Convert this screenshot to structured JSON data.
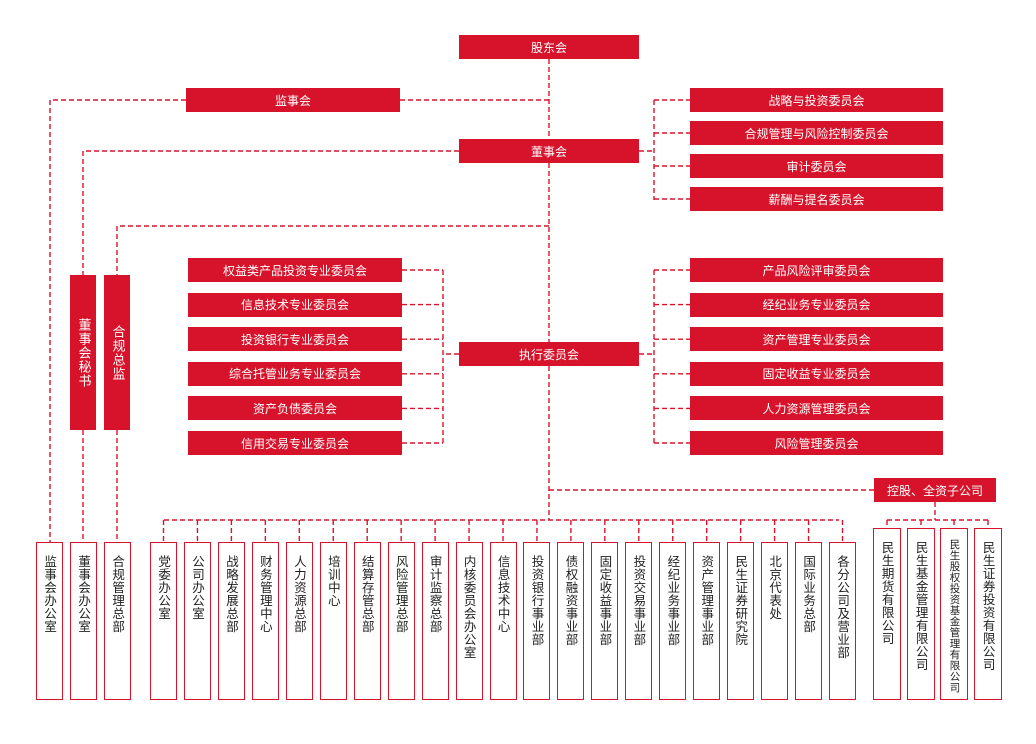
{
  "top": {
    "shareholders": "股东会",
    "supervisory_board": "监事会",
    "board": "董事会",
    "exec_committee": "执行委员会",
    "subsidiaries": "控股、全资子公司"
  },
  "side": {
    "board_secretary": "董事会秘书",
    "compliance_officer": "合规总监"
  },
  "board_committees": [
    "战略与投资委员会",
    "合规管理与风险控制委员会",
    "审计委员会",
    "薪酬与提名委员会"
  ],
  "exec_left_committees": [
    "权益类产品投资专业委员会",
    "信息技术专业委员会",
    "投资银行专业委员会",
    "综合托管业务专业委员会",
    "资产负债委员会",
    "信用交易专业委员会"
  ],
  "exec_right_committees": [
    "产品风险评审委员会",
    "经纪业务专业委员会",
    "资产管理专业委员会",
    "固定收益专业委员会",
    "人力资源管理委员会",
    "风险管理委员会"
  ],
  "left_offices": [
    "监事会办公室",
    "董事会办公室",
    "合规管理总部"
  ],
  "departments": [
    "党委办公室",
    "公司办公室",
    "战略发展总部",
    "财务管理中心",
    "人力资源总部",
    "培训中心",
    "结算存管总部",
    "风险管理总部",
    "审计监察总部",
    "内核委员会办公室",
    "信息技术中心",
    "投资银行事业部",
    "债权融资事业部",
    "固定收益事业部",
    "投资交易事业部",
    "经纪业务事业部",
    "资产管理事业部",
    "民生证券研究院",
    "北京代表处",
    "国际业务总部",
    "各分公司及营业部"
  ],
  "subsidiary_list": [
    "民生期货有限公司",
    "民生基金管理有限公司",
    "民生股权投资基金管理有限公司",
    "民生证券投资有限公司"
  ],
  "colors": {
    "accent": "#d7132b",
    "line": "#d7132b",
    "text_dark": "#222222"
  }
}
